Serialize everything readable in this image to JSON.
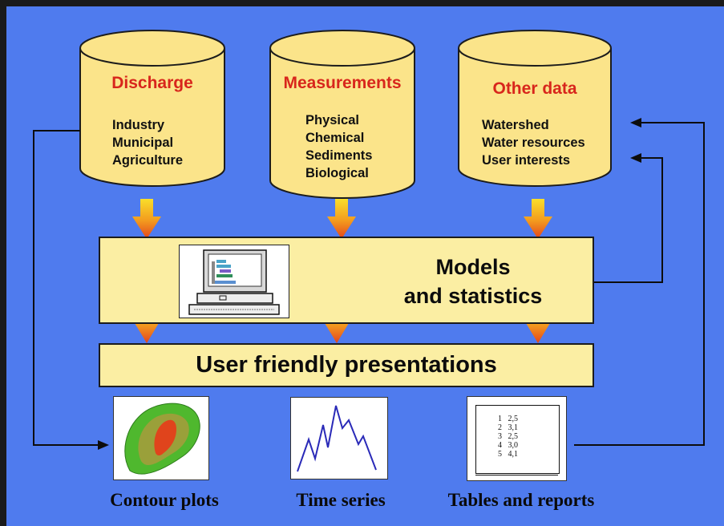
{
  "databases": [
    {
      "title": "Discharge",
      "items": [
        "Industry",
        "Municipal",
        "Agriculture"
      ]
    },
    {
      "title": "Measurements",
      "items": [
        "Physical",
        "Chemical",
        "Sediments",
        "Biological"
      ]
    },
    {
      "title": "Other data",
      "items": [
        "Watershed",
        "Water resources",
        "User interests"
      ]
    }
  ],
  "models_box": {
    "line1": "Models",
    "line2": "and statistics"
  },
  "presentations_box": {
    "label": "User friendly presentations"
  },
  "outputs": [
    {
      "label": "Contour plots"
    },
    {
      "label": "Time series"
    },
    {
      "label": "Tables and reports"
    }
  ],
  "table_thumbnail": {
    "rows": [
      [
        "1",
        "2,5"
      ],
      [
        "2",
        "3,1"
      ],
      [
        "3",
        "2,5"
      ],
      [
        "4",
        "3,0"
      ],
      [
        "5",
        "4,1"
      ]
    ]
  },
  "colors": {
    "background": "#4f7bee",
    "cylinder_fill": "#fbe48a",
    "box_fill": "#fbeea3",
    "title_red": "#d8261c",
    "arrow_top": "#f7d21a",
    "arrow_bottom": "#e8461e"
  }
}
